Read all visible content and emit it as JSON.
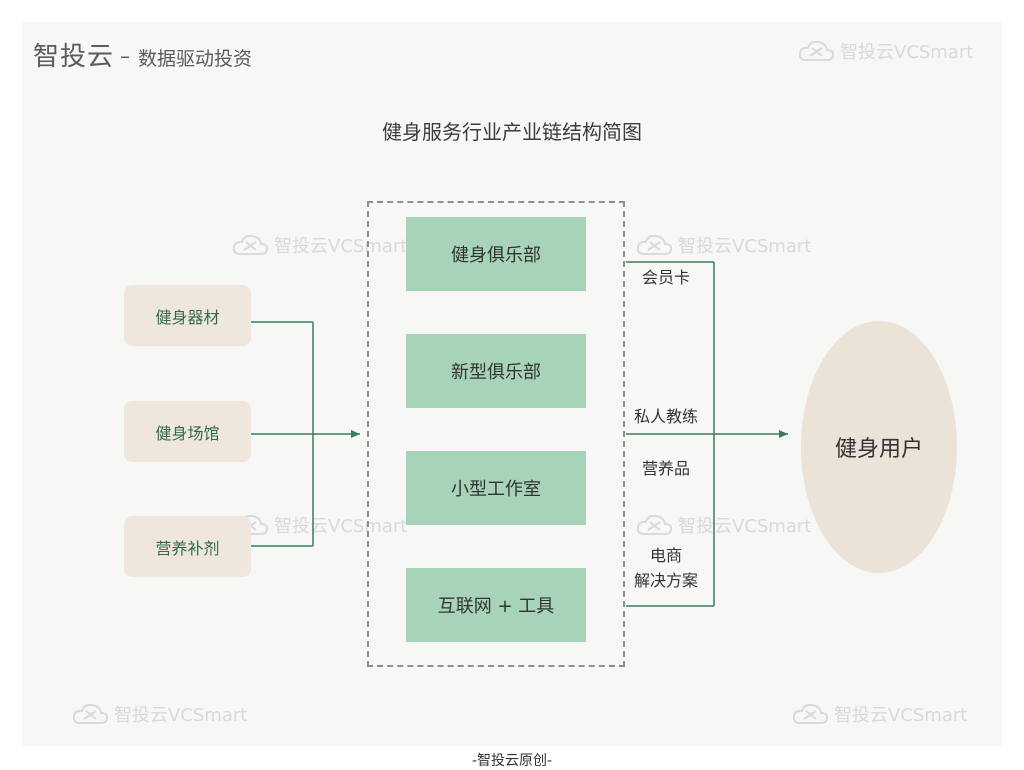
{
  "header": {
    "brand_name": "智投云",
    "dash": "–",
    "slogan": "数据驱动投资"
  },
  "diagram": {
    "title": "健身服务行业产业链结构简图",
    "inputs": [
      "健身器材",
      "健身场馆",
      "营养补剂"
    ],
    "clubs": [
      "健身俱乐部",
      "新型俱乐部",
      "小型工作室",
      "互联网 + 工具"
    ],
    "services": {
      "membership": "会员卡",
      "trainer": "私人教练",
      "nutrition": "营养品",
      "ecommerce_line1": "电商",
      "ecommerce_line2": "解决方案"
    },
    "end_user": "健身用户"
  },
  "watermark": "智投云VCSmart",
  "footer": "-智投云原创-",
  "colors": {
    "line": "#3a7d5c",
    "club_fill": "#a7d3b9",
    "input_fill": "#efe7de",
    "user_fill": "#ebe2d8"
  }
}
